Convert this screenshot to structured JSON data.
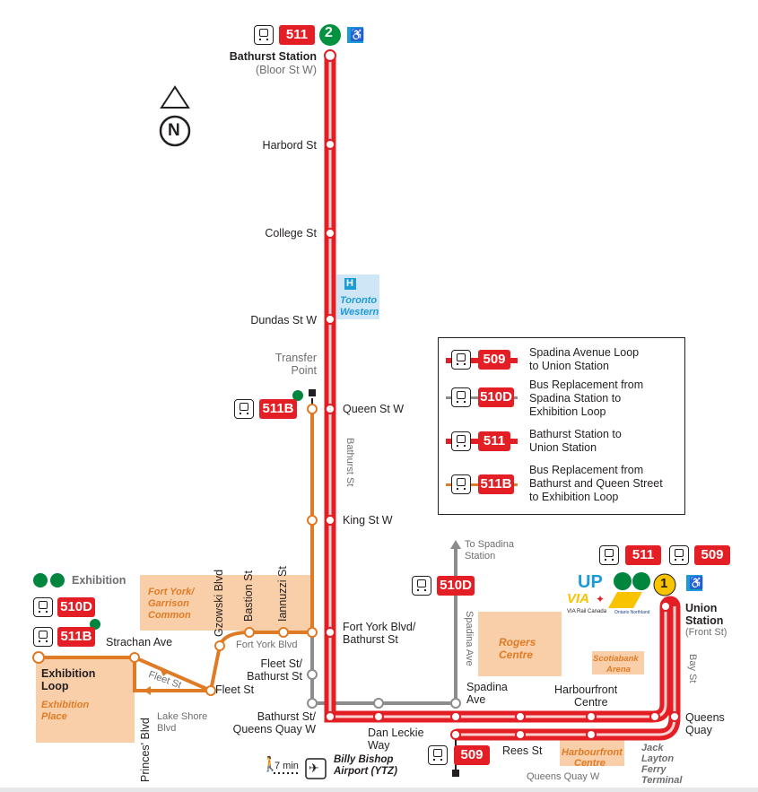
{
  "colors": {
    "route_511": "#e31e24",
    "route_509": "#e31e24",
    "route_510D": "#8a8c8e",
    "route_511B": "#e07b25",
    "go_green": "#00853f",
    "up_blue": "#1d9bd7",
    "subway_line_1": "#f8c300",
    "subway_line_2": "#00923f",
    "land_fill": "#f9cfa9",
    "hospital_fill": "#cfe6f6"
  },
  "top": {
    "route_badge": "511",
    "subway_line": "2",
    "station_name": "Bathurst Station",
    "station_sub": "(Bloor St W)"
  },
  "north": {
    "letter": "N"
  },
  "stops_511": {
    "harbord": "Harbord St",
    "college": "College St",
    "dundas": "Dundas St W",
    "queen": "Queen St W",
    "king": "King St W",
    "fort_york_1": "Fort York Blvd/",
    "fort_york_2": "Bathurst St"
  },
  "hospital": {
    "letter": "H",
    "name_1": "Toronto",
    "name_2": "Western"
  },
  "transfer_point": {
    "line_1": "Transfer",
    "line_2": "Point"
  },
  "street_bathurst": "Bathurst St",
  "route_511b_badge": "511B",
  "legend": {
    "items": [
      {
        "badge": "509",
        "text_1": "Spadina Avenue Loop",
        "text_2": "to Union Station",
        "text_3": ""
      },
      {
        "badge": "510D",
        "text_1": "Bus Replacement from",
        "text_2": "Spadina Station to",
        "text_3": "Exhibition Loop"
      },
      {
        "badge": "511",
        "text_1": "Bathurst Station to",
        "text_2": "Union Station",
        "text_3": ""
      },
      {
        "badge": "511B",
        "text_1": "Bus Replacement from",
        "text_2": "Bathurst and Queen Street",
        "text_3": "to Exhibition Loop"
      }
    ]
  },
  "west": {
    "exhibition_go": "Exhibition",
    "badge_510d": "510D",
    "badge_511b": "511B",
    "strachan": "Strachan Ave",
    "loop_1": "Exhibition",
    "loop_2": "Loop",
    "place_1": "Exhibition",
    "place_2": "Place",
    "fleet_st_road": "Fleet St",
    "fleet_st_stop": "Fleet St",
    "lake_shore_1": "Lake Shore",
    "lake_shore_2": "Blvd",
    "princes": "Princes' Blvd",
    "fort_york_common_1": "Fort York/",
    "fort_york_common_2": "Garrison",
    "fort_york_common_3": "Common",
    "gzowski": "Gzowski Blvd",
    "bastion": "Bastion St",
    "iannuzzi": "Iannuzzi St",
    "fort_york_blvd": "Fort York Blvd",
    "fleet_bathurst_1": "Fleet St/",
    "fleet_bathurst_2": "Bathurst St",
    "bathurst_qq_1": "Bathurst St/",
    "bathurst_qq_2": "Queens Quay W",
    "dan_leckie_1": "Dan Leckie",
    "dan_leckie_2": "Way",
    "walk_time": "7 min",
    "airport_1": "Billy Bishop",
    "airport_2": "Airport (YTZ)"
  },
  "spadina": {
    "to_1": "To Spadina",
    "to_2": "Station",
    "badge": "510D",
    "street": "Spadina Ave",
    "stop_1": "Spadina",
    "stop_2": "Ave",
    "rogers_1": "Rogers",
    "rogers_2": "Centre"
  },
  "east": {
    "badge_511": "511",
    "badge_509": "509",
    "up": "UP",
    "subway_line": "1",
    "via_logo": "VIA",
    "via_sub": "VIA Rail Canada",
    "ontario_northland": "Ontario Northland",
    "union_1": "Union",
    "union_2": "Station",
    "union_sub": "(Front St)",
    "scotiabank_1": "Scotiabank",
    "scotiabank_2": "Arena",
    "bay_st": "Bay St",
    "harbourfront_stop_1": "Harbourfront",
    "harbourfront_stop_2": "Centre",
    "queens_quay_1": "Queens",
    "queens_quay_2": "Quay",
    "rees": "Rees St",
    "harbourfront_centre_1": "Harbourfront",
    "harbourfront_centre_2": "Centre",
    "jack_1": "Jack",
    "jack_2": "Layton",
    "jack_3": "Ferry",
    "jack_4": "Terminal",
    "queens_quay_w": "Queens Quay W",
    "badge_509_bottom": "509"
  }
}
